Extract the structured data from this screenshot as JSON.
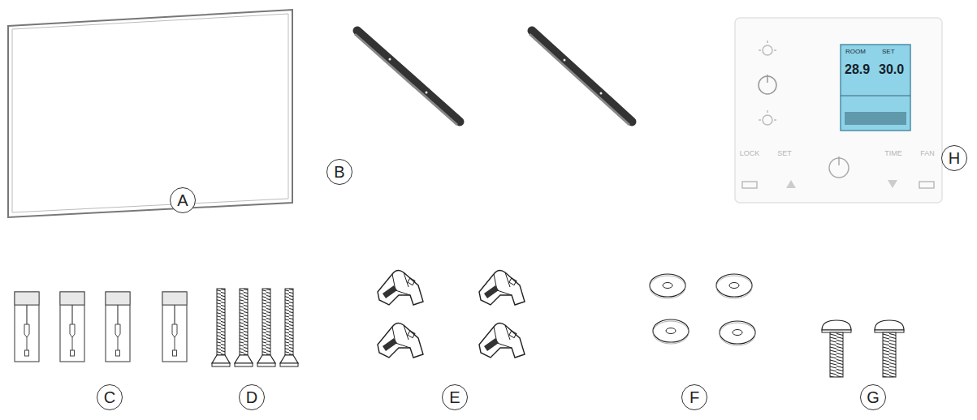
{
  "diagram": {
    "labels": [
      "A",
      "B",
      "C",
      "D",
      "E",
      "F",
      "G",
      "H",
      "ROOM",
      "SET",
      "28.9",
      "30.0",
      "LOCK",
      "SET",
      "TIME",
      "FAN"
    ]
  }
}
